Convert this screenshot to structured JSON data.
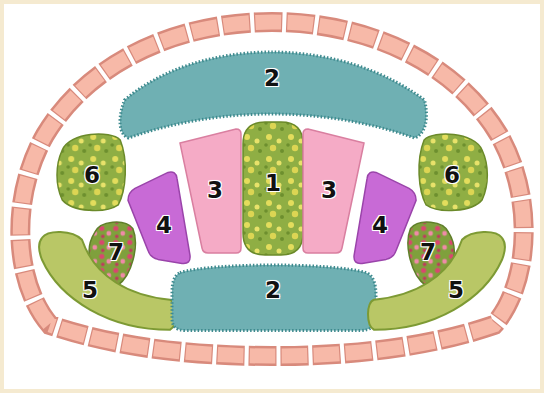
{
  "diagram": {
    "nodes": [
      {
        "text": [
          "2"
        ]
      },
      {
        "text": [
          "6"
        ]
      },
      {
        "text": [
          "3"
        ]
      },
      {
        "text": [
          "1"
        ]
      },
      {
        "text": [
          "3"
        ]
      },
      {
        "text": [
          "6"
        ]
      },
      {
        "text": [
          "4"
        ]
      },
      {
        "text": [
          "4"
        ]
      },
      {
        "text": [
          "7"
        ]
      },
      {
        "text": [
          "7"
        ]
      },
      {
        "text": [
          "5"
        ]
      },
      {
        "text": [
          "2"
        ]
      },
      {
        "text": [
          "5"
        ]
      }
    ]
  }
}
